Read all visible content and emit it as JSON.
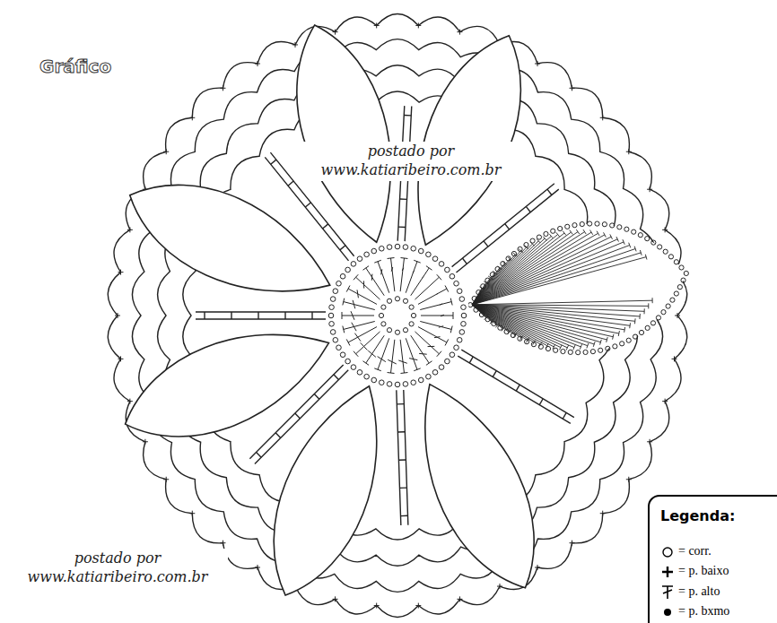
{
  "diagram": {
    "title": "Gráfico",
    "labels": [
      "postado por www.katiaribeiro.com.br",
      "postado por www.katiaribeiro.com.br",
      "Legenda:"
    ],
    "legend": [
      {
        "text": "= corr."
      },
      {
        "text": "= p. baixo"
      },
      {
        "text": "= p. alto"
      },
      {
        "text": "= p. bxmo"
      }
    ]
  }
}
